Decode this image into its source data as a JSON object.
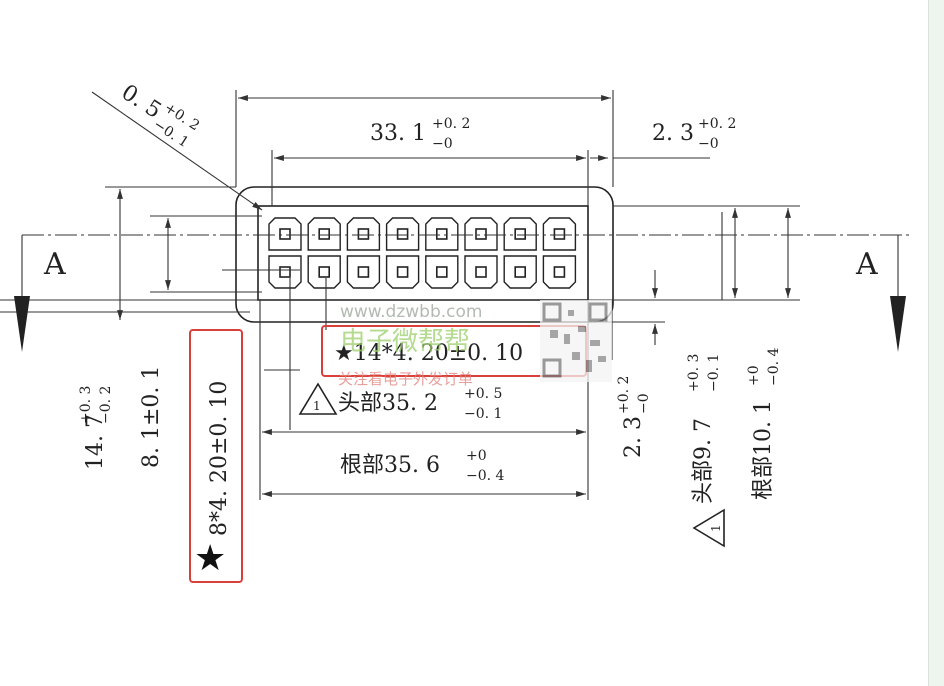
{
  "drawing": {
    "section_mark_left": "A",
    "section_mark_right": "A",
    "width_dim": {
      "base": "33. 1",
      "upper": "+0. 2",
      "lower": "−0"
    },
    "chamfer_dim": {
      "base": "0. 5",
      "upper": "+0. 2",
      "lower": "−0. 1"
    },
    "offset_top_right": {
      "base": "2. 3",
      "upper": "+0. 2",
      "lower": "−0"
    },
    "pitch_horizontal": "★14*4. 20±0. 10",
    "pitch_vertical": "8*4. 20±0. 10",
    "head_width": {
      "prefix": "头部35. 2",
      "upper": "+0. 5",
      "lower": "−0. 1"
    },
    "root_width": {
      "prefix": "根部35. 6",
      "upper": "+0",
      "lower": "−0. 4"
    },
    "height_total": {
      "base": "14. 7",
      "upper": "+0. 3",
      "lower": "−0. 2"
    },
    "height_pins": "8. 1±0. 1",
    "offset_vertical": {
      "base": "2. 3",
      "upper": "+0. 2",
      "lower": "−0"
    },
    "head_height": {
      "prefix": "头部9. 7",
      "upper": "+0. 3",
      "lower": "−0. 1"
    },
    "root_height": {
      "prefix": "根部10. 1",
      "upper": "+0",
      "lower": "−0. 4"
    },
    "note_flag": "1",
    "star_glyph": "★"
  },
  "watermark": {
    "url": "www.dzwbb.com",
    "brand": "电子微帮帮",
    "slogan": "关注看电子外发订单"
  },
  "colors": {
    "highlight_box": "#d9403a",
    "watermark_green": "#9ccf6a",
    "line": "#333333"
  }
}
